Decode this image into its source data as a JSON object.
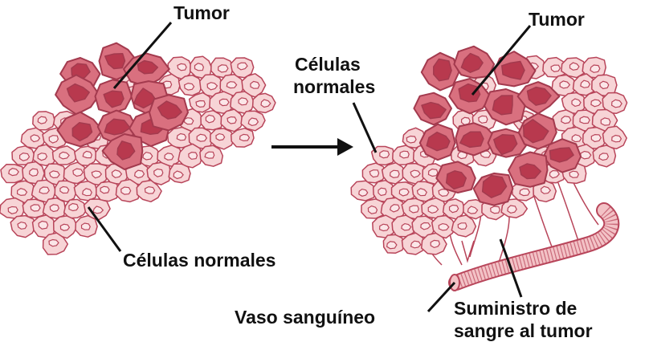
{
  "labels": {
    "tumor_left": "Tumor",
    "normal_left": "Células normales",
    "tumor_right": "Tumor",
    "normal_right_line1": "Células",
    "normal_right_line2": "normales",
    "vessel": "Vaso sanguíneo",
    "supply_line1": "Suministro de",
    "supply_line2": "sangre al tumor"
  },
  "colors": {
    "normal_fill": "#f7d4d6",
    "normal_stroke": "#b8455a",
    "normal_nucleus": "#fbe6e8",
    "tumor_fill": "#d9707f",
    "tumor_stroke": "#a33a4e",
    "tumor_nucleus": "#b8394e",
    "vessel_fill": "#f3c2c6",
    "vessel_stroke": "#b8455a",
    "line": "#111111"
  }
}
